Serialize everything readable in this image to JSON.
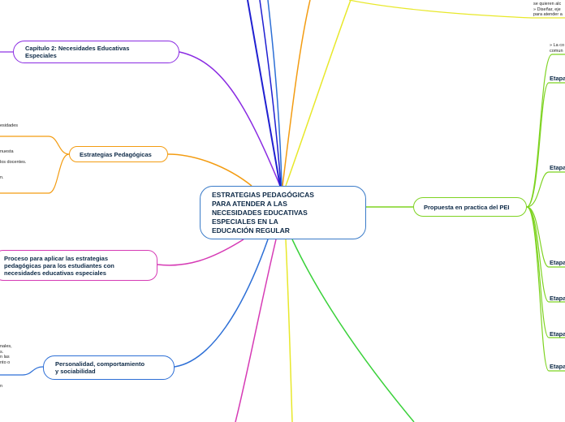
{
  "central": {
    "lines": [
      "ESTRATEGIAS PEDAGÓGICAS",
      "PARA ATENDER A LAS",
      "NECESIDADES EDUCATIVAS",
      "ESPECIALES EN LA",
      "EDUCACIÓN REGULAR"
    ]
  },
  "branches": {
    "capitulo2": {
      "lines": [
        "Capítulo 2:  Necesidades Educativas",
        "Especiales"
      ],
      "color": "#8a2be2"
    },
    "estrategias": {
      "label": "Estrategias Pedagógicas",
      "color": "#f39c12"
    },
    "proceso": {
      "lines": [
        "Proceso para aplicar las estrategias",
        "pedagógicas para los estudiantes con",
        "necesidades educativas especiales"
      ],
      "color": "#d63bb5"
    },
    "personalidad": {
      "lines": [
        "Personalidad, comportamiento",
        "y sociabilidad"
      ],
      "color": "#2d6fd6"
    },
    "propuesta": {
      "label": "Propuesta en practica del PEI",
      "color": "#7ed321"
    }
  },
  "fragments": {
    "top_right": [
      "se quieren alc",
      "» Diseñar, eje",
      "para atender a"
    ],
    "right_top": [
      "» La co",
      "comun"
    ],
    "left_estrategias": [
      "esidades",
      "nuesta",
      "los  docentes.",
      "n."
    ],
    "left_personalidad": [
      "nales,",
      "s.",
      "n  las",
      "nto  o",
      "n"
    ]
  },
  "etapas": [
    "Etapa",
    "Etapa",
    "Etapa",
    "Etapa",
    "Etapa",
    "Etapa"
  ],
  "colors": {
    "purple": "#8a2be2",
    "blue_dark": "#1f1fd1",
    "blue": "#2d6fd6",
    "orange": "#f39c12",
    "yellow": "#e8e82a",
    "green": "#3ad13a",
    "lime": "#7ed321",
    "magenta": "#d63bb5"
  }
}
